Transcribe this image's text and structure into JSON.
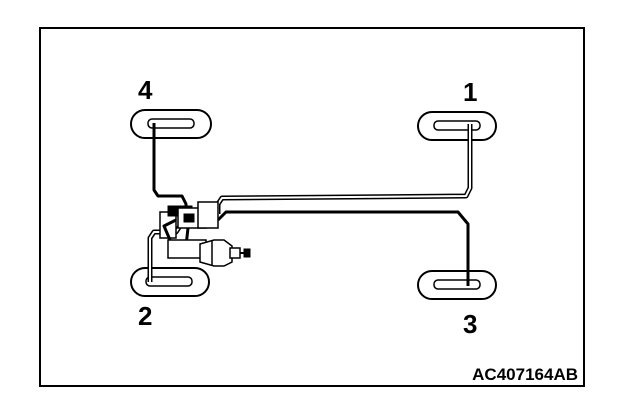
{
  "wheels": {
    "front_right": "1",
    "rear_left": "2",
    "rear_right": "3",
    "front_left": "4"
  },
  "figure_code": "AC407164AB",
  "colors": {
    "ink": "#000000",
    "paper": "#ffffff"
  }
}
